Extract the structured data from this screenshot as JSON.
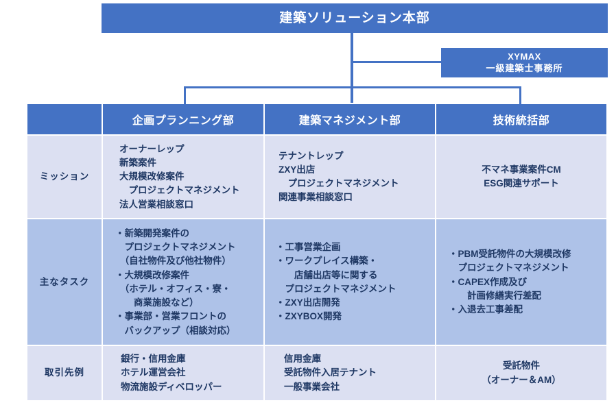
{
  "chart_data": {
    "type": "diagram-org-chart",
    "title": "建築ソリューション本部 組織図",
    "root": "建築ソリューション本部",
    "affiliate": "XYMAX 一級建築士事務所",
    "departments": [
      "企画プランニング部",
      "建築マネジメント部",
      "技術統括部"
    ],
    "row_labels": [
      "ミッション",
      "主なタスク",
      "取引先例"
    ]
  },
  "top": {
    "hq_label": "建築ソリューション本部",
    "xymax_line1": "XYMAX",
    "xymax_line2": "一級建築士事務所"
  },
  "table": {
    "headers": {
      "blank": "",
      "col1": "企画プランニング部",
      "col2": "建築マネジメント部",
      "col3": "技術統括部"
    },
    "rows": [
      {
        "label": "ミッション",
        "cells": [
          "オーナーレップ\n新築案件\n大規模改修案件\n　プロジェクトマネジメント\n法人営業相談窓口",
          "テナントレップ\nZXY出店\n　プロジェクトマネジメント\n関連事業相談窓口",
          "不マネ事業案件CM\nESG関連サポート"
        ]
      },
      {
        "label": "主なタスク",
        "cells": [
          "・新築開発案件の\n　プロジェクトマネジメント\n　（自社物件及び他社物件）\n・大規模改修案件\n　（ホテル・オフィス・寮・\n　　商業施設など）\n・事業部・営業フロントの\n　バックアップ（相談対応）",
          "・工事営業企画\n・ワークプレイス構築・\n　　店舗出店等に関する\n　プロジェクトマネジメント\n・ZXY出店開発\n・ZXYBOX開発",
          "・PBM受託物件の大規模改修\n　プロジェクトマネジメント\n・CAPEX作成及び\n　　計画修繕実行差配\n・入退去工事差配"
        ]
      },
      {
        "label": "取引先例",
        "cells": [
          "銀行・信用金庫\nホテル運営会社\n物流施設ディベロッパー",
          "信用金庫\n受託物件入居テナント\n一般事業会社",
          "受託物件\n（オーナー＆AM）"
        ]
      }
    ]
  }
}
